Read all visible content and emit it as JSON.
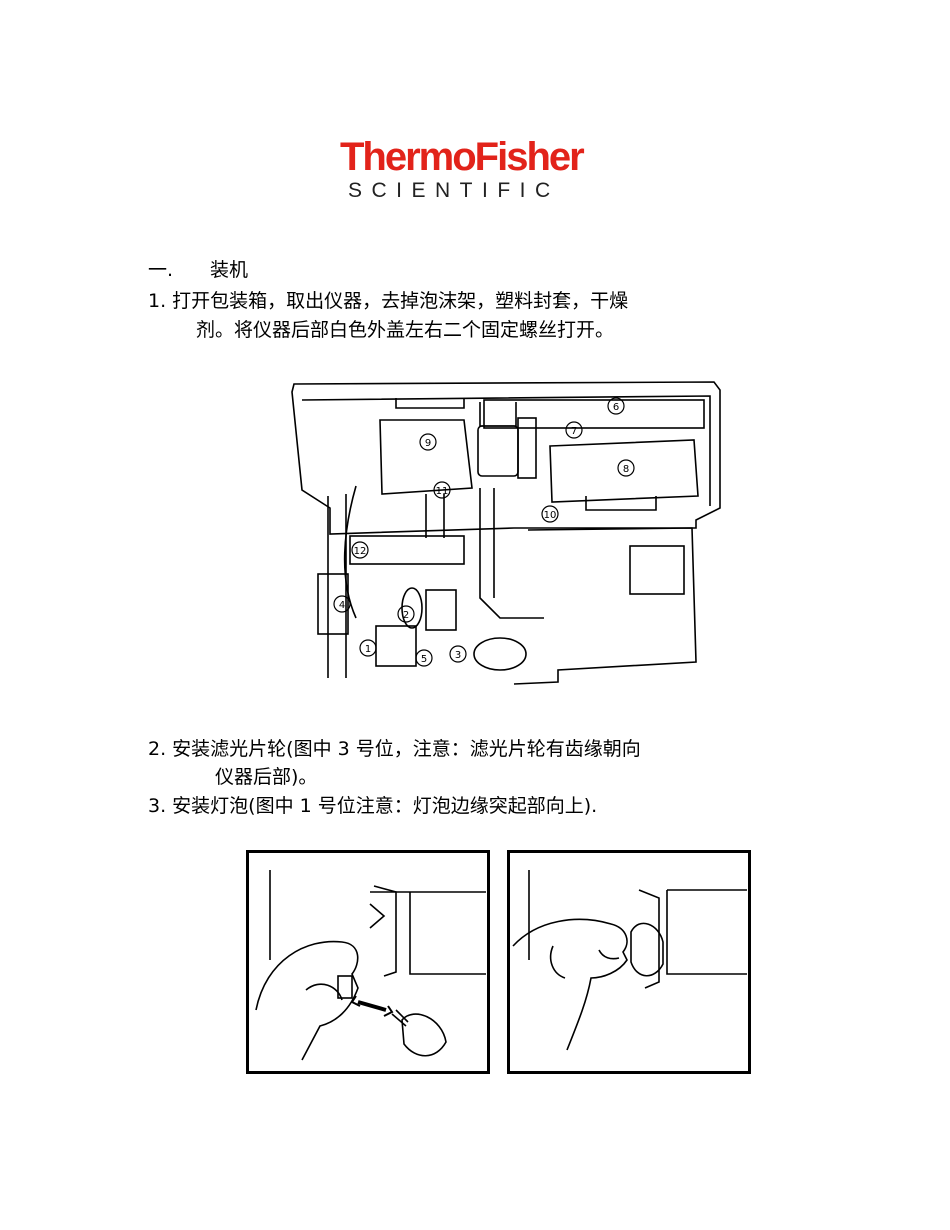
{
  "logo": {
    "brand": "ThermoFisher",
    "sub": "SCIENTIFIC",
    "brand_color": "#e2231a"
  },
  "section": {
    "number": "一.",
    "title": "装机"
  },
  "steps": [
    {
      "line1": "1. 打开包装箱，取出仪器，去掉泡沫架，塑料封套，干燥",
      "line2": "剂。将仪器后部白色外盖左右二个固定螺丝打开。"
    },
    {
      "line1": "2. 安装滤光片轮(图中 3 号位，注意：滤光片轮有齿缘朝向",
      "line2": "仪器后部)。"
    },
    {
      "line1": "3. 安装灯泡(图中 1 号位注意：灯泡边缘突起部向上)."
    }
  ],
  "figure_labels": [
    "1",
    "2",
    "3",
    "4",
    "5",
    "6",
    "7",
    "8",
    "9",
    "10",
    "11",
    "12"
  ]
}
